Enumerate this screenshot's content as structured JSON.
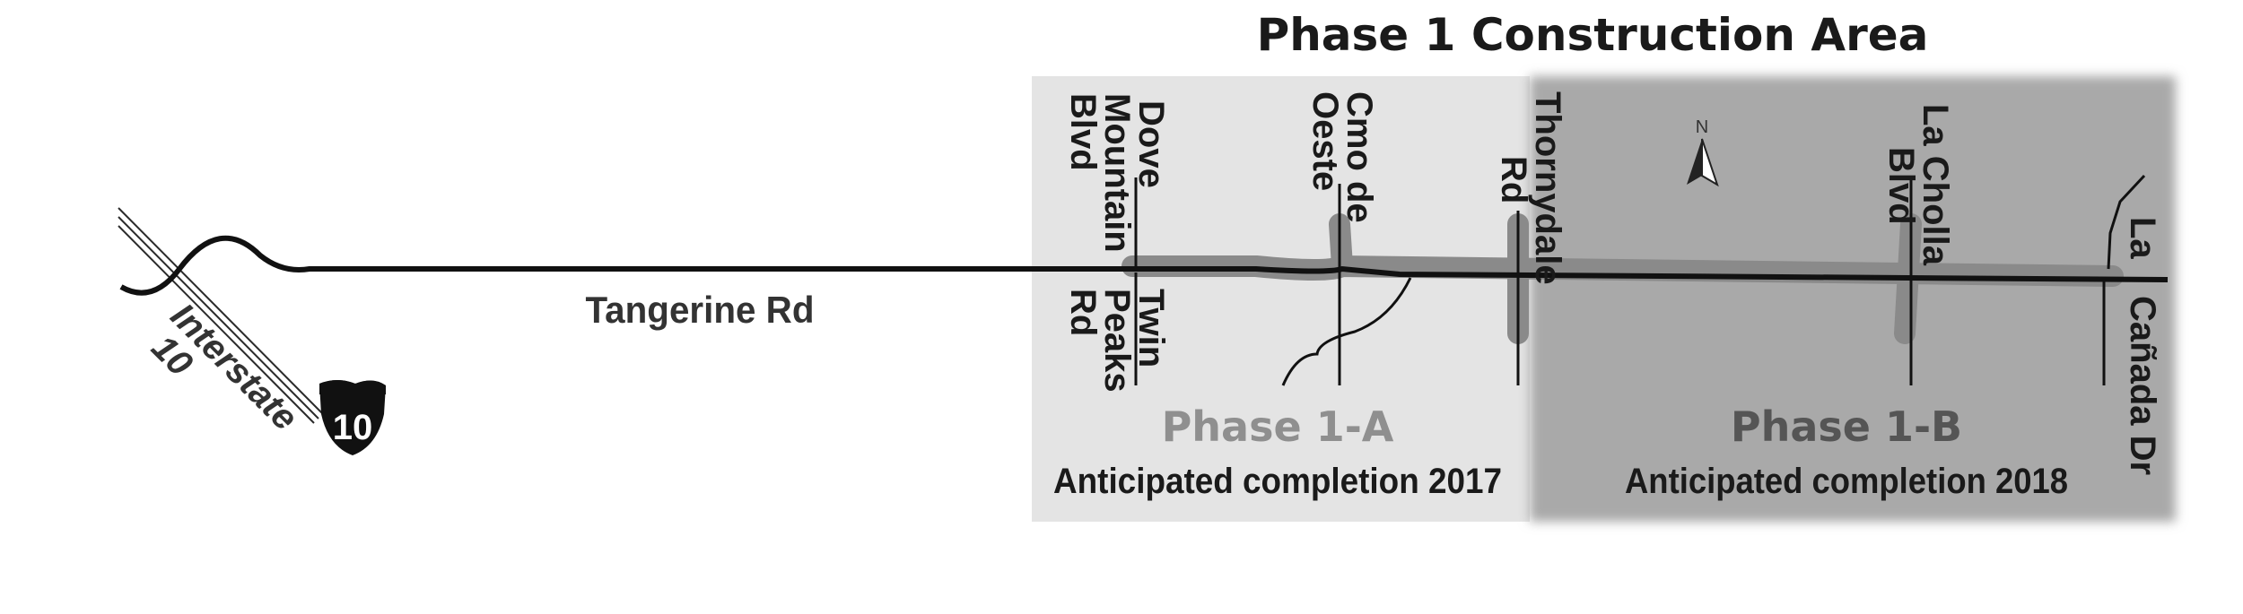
{
  "title": "Phase 1 Construction Area",
  "roads": {
    "tangerine": "Tangerine Rd",
    "interstate": [
      "Interstate",
      "10"
    ],
    "shield_number": "10",
    "dove_mountain": [
      "Dove",
      "Mountain",
      "Blvd"
    ],
    "twin_peaks": [
      "Twin",
      "Peaks",
      "Rd"
    ],
    "cmo_de_oeste": [
      "Cmo de",
      "Oeste"
    ],
    "thornydale": [
      "Thornydale",
      "Rd"
    ],
    "la_cholla": [
      "La Cholla",
      "Blvd"
    ],
    "la_canada": [
      "La",
      "Cañada Dr"
    ]
  },
  "phases": {
    "a": {
      "name": "Phase 1-A",
      "completion": "Anticipated completion 2017"
    },
    "b": {
      "name": "Phase 1-B",
      "completion": "Anticipated completion 2018"
    }
  },
  "north_label": "N",
  "colors": {
    "phase_a_fill": "#e4e4e4",
    "phase_b_fill": "#a9a9a9",
    "road_highlight": "#8a8a8a",
    "phase_a_text": "#8f8f8f",
    "phase_b_text": "#555555"
  }
}
